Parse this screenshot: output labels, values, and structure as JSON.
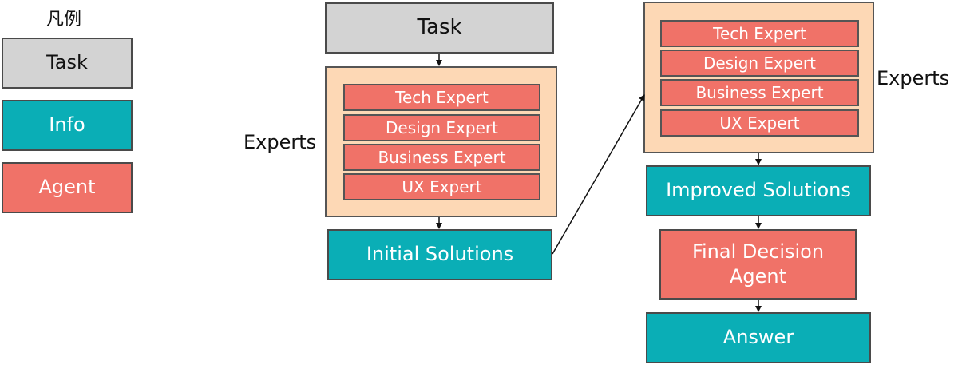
{
  "legend": {
    "title": "凡例",
    "items": [
      {
        "label": "Task",
        "kind": "task"
      },
      {
        "label": "Info",
        "kind": "info"
      },
      {
        "label": "Agent",
        "kind": "agent"
      }
    ]
  },
  "colors": {
    "task": "#d3d3d3",
    "info": "#0aaeb6",
    "agent": "#f07268",
    "expert_group": "#fdd8b5"
  },
  "flow": {
    "task": "Task",
    "experts_label_1": "Experts",
    "experts_group_1": [
      "Tech Expert",
      "Design Expert",
      "Business Expert",
      "UX Expert"
    ],
    "initial_solutions": "Initial Solutions",
    "experts_label_2": "Experts",
    "experts_group_2": [
      "Tech Expert",
      "Design Expert",
      "Business Expert",
      "UX Expert"
    ],
    "improved_solutions": "Improved Solutions",
    "final_decision_agent": "Final Decision\nAgent",
    "answer": "Answer"
  }
}
